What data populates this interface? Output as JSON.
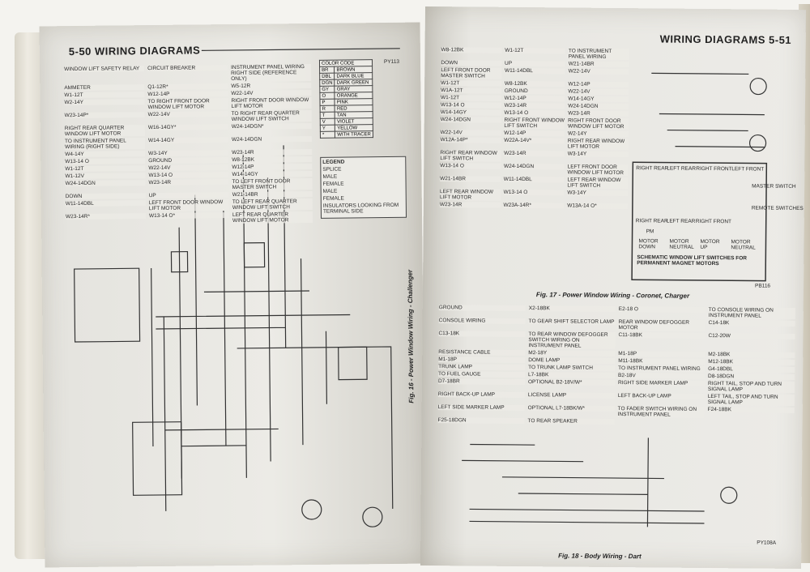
{
  "left_page": {
    "header": "5-50 WIRING DIAGRAMS",
    "figure_caption": "Fig. 16 - Power Window Wiring - Challenger",
    "page_code": "PY113",
    "color_code": {
      "title": "COLOR CODE",
      "rows": [
        [
          "BR",
          "BROWN"
        ],
        [
          "DBL",
          "DARK BLUE"
        ],
        [
          "DGN",
          "DARK GREEN"
        ],
        [
          "GY",
          "GRAY"
        ],
        [
          "O",
          "ORANGE"
        ],
        [
          "P",
          "PINK"
        ],
        [
          "R",
          "RED"
        ],
        [
          "T",
          "TAN"
        ],
        [
          "V",
          "VIOLET"
        ],
        [
          "Y",
          "YELLOW"
        ],
        [
          "*",
          "WITH TRACER"
        ]
      ]
    },
    "legend": {
      "title": "LEGEND",
      "items": [
        "SPLICE",
        "MALE",
        "FEMALE",
        "MALE",
        "FEMALE"
      ],
      "note": "INSULATORS LOOKING FROM TERMINAL SIDE"
    },
    "labels": [
      "WINDOW LIFT SAFETY RELAY",
      "CIRCUIT BREAKER",
      "INSTRUMENT PANEL WIRING RIGHT SIDE (REFERENCE ONLY)",
      "AMMETER",
      "Q1-12R*",
      "W5-12R",
      "W1-12T",
      "W12-14P",
      "W22-14V",
      "W2-14Y",
      "TO RIGHT FRONT DOOR WINDOW LIFT MOTOR",
      "RIGHT FRONT DOOR WINDOW LIFT MOTOR",
      "W23-14P*",
      "W22-14V",
      "TO RIGHT REAR QUARTER WINDOW LIFT SWITCH",
      "RIGHT REAR QUARTER WINDOW LIFT MOTOR",
      "W16-14GY*",
      "W24-14DGN*",
      "TO INSTRUMENT PANEL WIRING (RIGHT SIDE)",
      "W14-14GY",
      "W24-14DGN",
      "W4-14Y",
      "W3-14Y",
      "W23-14R",
      "W13-14 O",
      "GROUND",
      "W8-12BK",
      "W1-12T",
      "W22-14V",
      "W12-14P",
      "W1-12V",
      "W13-14 O",
      "W14-14GY",
      "W24-14DGN",
      "W23-14R",
      "TO LEFT FRONT DOOR MASTER SWITCH",
      "DOWN",
      "UP",
      "W21-14BR",
      "W11-14DBL",
      "LEFT FRONT DOOR WINDOW LIFT MOTOR",
      "TO LEFT REAR QUARTER WINDOW LIFT SWITCH",
      "W23-14R*",
      "W13-14 O*",
      "LEFT REAR QUARTER WINDOW LIFT MOTOR"
    ]
  },
  "right_page": {
    "header": "WIRING DIAGRAMS 5-51",
    "fig17_caption": "Fig. 17 - Power Window Wiring - Coronet, Charger",
    "fig18_caption": "Fig. 18 - Body Wiring - Dart",
    "code_fig17": "PB116",
    "code_fig18": "PY108A",
    "labels": [
      "W8-12BK",
      "W1-12T",
      "TO INSTRUMENT PANEL WIRING",
      "DOWN",
      "UP",
      "W21-14BR",
      "LEFT FRONT DOOR MASTER SWITCH",
      "W11-14DBL",
      "W22-14V",
      "W1-12T",
      "W8-12BK",
      "W12-14P",
      "W1A-12T",
      "GROUND",
      "W22-14V",
      "W1-12T",
      "W12-14P",
      "W14-14GY",
      "W13-14 O",
      "W23-14R",
      "W24-14DGN",
      "W14-14GY",
      "W13-14 O",
      "W23-14R",
      "W24-14DGN",
      "RIGHT FRONT WINDOW LIFT SWITCH",
      "RIGHT FRONT DOOR WINDOW LIFT MOTOR",
      "W22-14V",
      "W12-14P",
      "W2-14Y",
      "W12A-14P*",
      "W22A-14V*",
      "RIGHT REAR WINDOW LIFT MOTOR",
      "RIGHT REAR WINDOW LIFT SWITCH",
      "W23-14R",
      "W3-14Y",
      "W13-14 O",
      "W24-14DGN",
      "LEFT FRONT DOOR WINDOW LIFT MOTOR",
      "W21-14BR",
      "W11-14DBL",
      "LEFT REAR WINDOW LIFT SWITCH",
      "LEFT REAR WINDOW LIFT MOTOR",
      "W13-14 O",
      "W3-14Y",
      "W23-14R",
      "W23A-14R*",
      "W13A-14 O*",
      "GROUND",
      "X2-18BK",
      "E2-18 O",
      "TO CONSOLE WIRING ON INSTRUMENT PANEL",
      "CONSOLE WIRING",
      "TO GEAR SHIFT SELECTOR LAMP",
      "REAR WINDOW DEFOGGER MOTOR",
      "C14-18K",
      "C13-18K",
      "TO REAR WINDOW DEFOGGER SWITCH WIRING ON INSTRUMENT PANEL",
      "C11-18BK",
      "C12-20W",
      "RESISTANCE CABLE",
      "M2-18Y",
      "M1-18P",
      "M2-18BK",
      "M1-18P",
      "DOME LAMP",
      "M11-18BK",
      "M12-18BK",
      "TRUNK LAMP",
      "TO TRUNK LAMP SWITCH",
      "TO INSTRUMENT PANEL WIRING",
      "G4-18DBL",
      "TO FUEL GAUGE",
      "L7-18BK",
      "B2-18V",
      "D8-18DGN",
      "D7-18BR",
      "OPTIONAL B2-18V/W*",
      "RIGHT SIDE MARKER LAMP",
      "RIGHT TAIL, STOP AND TURN SIGNAL LAMP",
      "RIGHT BACK-UP LAMP",
      "LICENSE LAMP",
      "LEFT BACK-UP LAMP",
      "LEFT TAIL, STOP AND TURN SIGNAL LAMP",
      "LEFT SIDE MARKER LAMP",
      "OPTIONAL L7-18BK/W*",
      "TO FADER SWITCH WIRING ON INSTRUMENT PANEL",
      "F24-18BK",
      "F25-18DGN",
      "TO REAR SPEAKER"
    ],
    "schematic": {
      "top_labels": [
        "RIGHT REAR",
        "LEFT REAR",
        "RIGHT FRONT",
        "LEFT FRONT"
      ],
      "bottom_labels": [
        "RIGHT REAR",
        "LEFT REAR",
        "RIGHT FRONT"
      ],
      "motor_symbol": "PM",
      "motor_states": [
        "MOTOR DOWN",
        "MOTOR NEUTRAL",
        "MOTOR UP",
        "MOTOR NEUTRAL"
      ],
      "master_switch": "MASTER SWITCH",
      "remote_switches": "REMOTE SWITCHES",
      "title": "SCHEMATIC WINDOW LIFT SWITCHES FOR PERMANENT MAGNET MOTORS"
    }
  }
}
